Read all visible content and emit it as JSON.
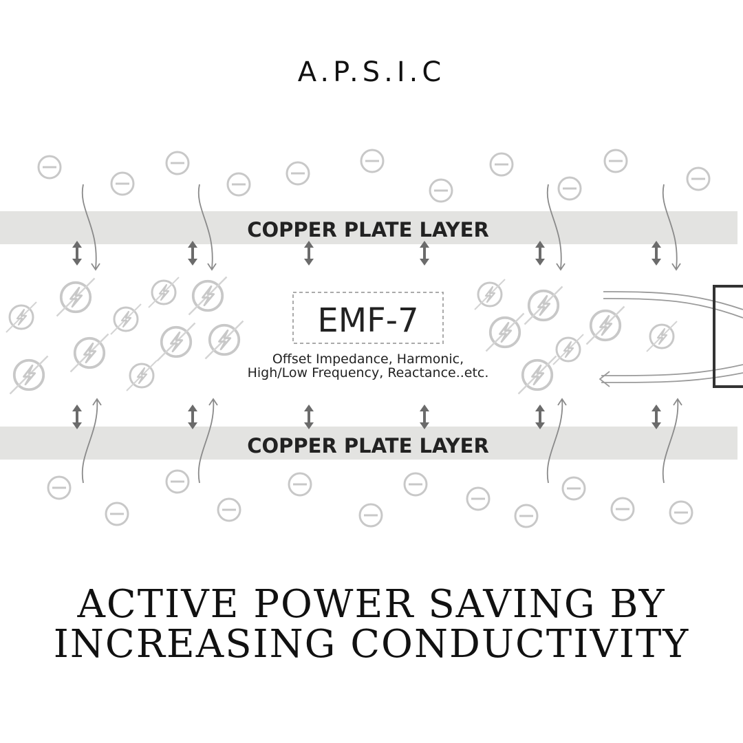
{
  "brand": "A.P.S.I.C",
  "diagram": {
    "plate_top_label": "COPPER PLATE LAYER",
    "plate_bottom_label": "COPPER PLATE LAYER",
    "center_box_label": "EMF-7",
    "description_line1": "Offset Impedance, Harmonic,",
    "description_line2": "High/Low Frequency, Reactance..etc.",
    "colors": {
      "plate_fill": "#e3e3e1",
      "symbol_stroke": "#c8c8c8",
      "arrow_dark": "#6b6b6b",
      "text": "#222222"
    },
    "icons": [
      "minus-circle-icon",
      "lightning-circle-icon",
      "double-arrow-icon",
      "curved-arrow-icon"
    ]
  },
  "headline": {
    "line1": "ACTIVE POWER SAVING BY",
    "line2": "INCREASING CONDUCTIVITY"
  }
}
